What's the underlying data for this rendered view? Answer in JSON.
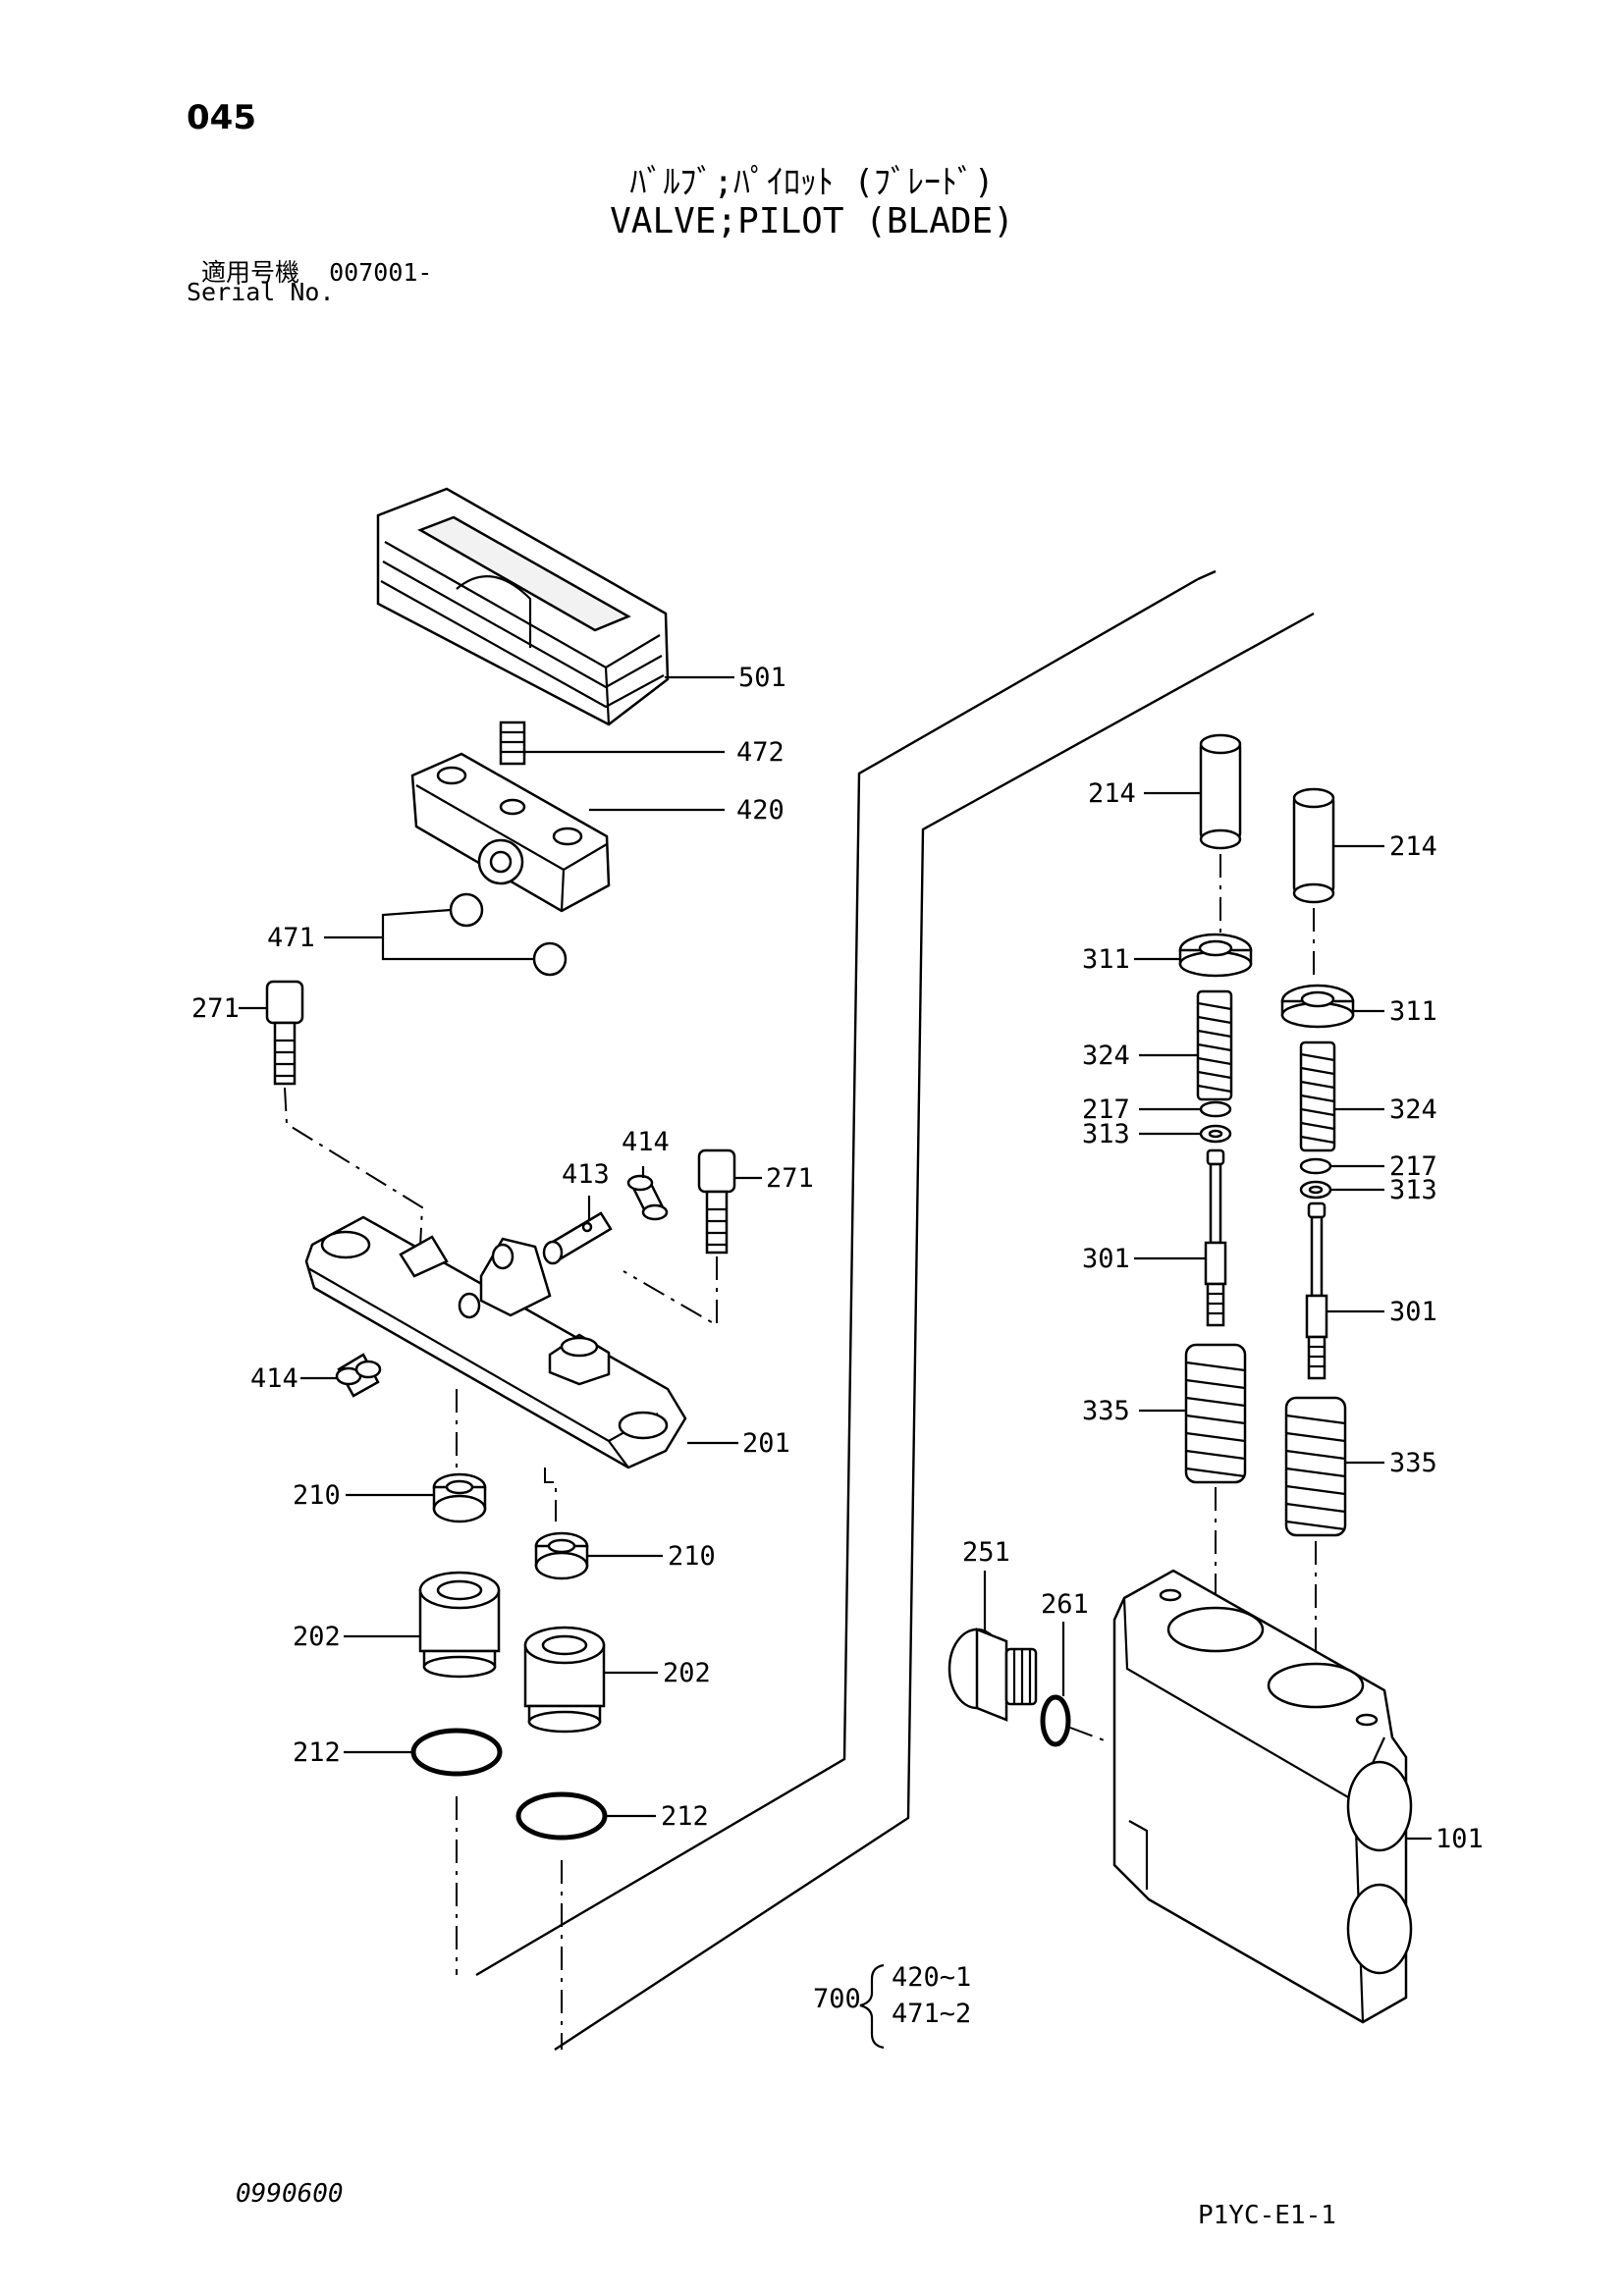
{
  "header": {
    "page_number": "045",
    "title_jp": "ﾊﾞﾙﾌﾞ;ﾊﾟｲﾛｯﾄ (ﾌﾞﾚｰﾄﾞ)",
    "title_en": "VALVE;PILOT (BLADE)",
    "serial_label_jp": "適用号機",
    "serial_value": "007001-",
    "serial_label_en": "Serial No."
  },
  "callouts": {
    "c501": "501",
    "c472": "472",
    "c420": "420",
    "c471": "471",
    "c271a": "271",
    "c271b": "271",
    "c413": "413",
    "c414a": "414",
    "c414b": "414",
    "c201": "201",
    "c210a": "210",
    "c210b": "210",
    "c202a": "202",
    "c202b": "202",
    "c212a": "212",
    "c212b": "212",
    "c214a": "214",
    "c214b": "214",
    "c311a": "311",
    "c311b": "311",
    "c324a": "324",
    "c324b": "324",
    "c217a": "217",
    "c217b": "217",
    "c313a": "313",
    "c313b": "313",
    "c301a": "301",
    "c301b": "301",
    "c335a": "335",
    "c335b": "335",
    "c251": "251",
    "c261": "261",
    "c101": "101"
  },
  "kit": {
    "number": "700",
    "line1": "420~1",
    "line2": "471~2"
  },
  "footer": {
    "code_left": "0990600",
    "code_right": "P1YC-E1-1"
  }
}
